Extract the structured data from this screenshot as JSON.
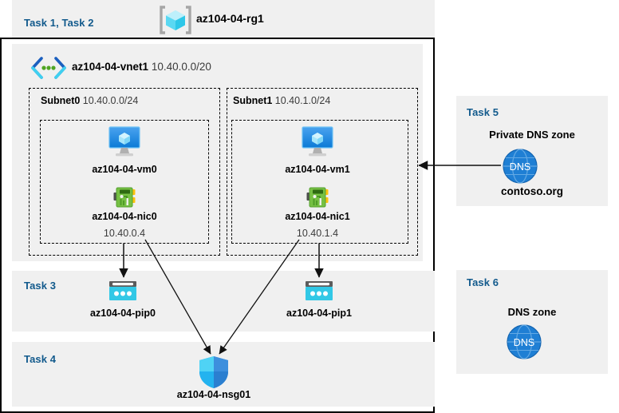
{
  "header": {
    "task_label": "Task 1, Task 2",
    "resource_group_name": "az104-04-rg1",
    "resource_group_icon": "resource-group-cube-icon"
  },
  "vnet": {
    "name": "az104-04-vnet1",
    "cidr": "10.40.0.0/20",
    "icon": "virtual-network-icon"
  },
  "subnets": [
    {
      "name": "Subnet0",
      "cidr": "10.40.0.0/24",
      "vm": {
        "name": "az104-04-vm0",
        "icon": "virtual-machine-icon"
      },
      "nic": {
        "name": "az104-04-nic0",
        "ip": "10.40.0.4",
        "icon": "network-interface-icon"
      }
    },
    {
      "name": "Subnet1",
      "cidr": "10.40.1.0/24",
      "vm": {
        "name": "az104-04-vm1",
        "icon": "virtual-machine-icon"
      },
      "nic": {
        "name": "az104-04-nic1",
        "ip": "10.40.1.4",
        "icon": "network-interface-icon"
      }
    }
  ],
  "task3": {
    "task_label": "Task 3",
    "public_ips": [
      {
        "name": "az104-04-pip0",
        "icon": "public-ip-address-icon"
      },
      {
        "name": "az104-04-pip1",
        "icon": "public-ip-address-icon"
      }
    ]
  },
  "task4": {
    "task_label": "Task 4",
    "nsg": {
      "name": "az104-04-nsg01",
      "icon": "network-security-group-shield-icon"
    }
  },
  "task5": {
    "task_label": "Task 5",
    "zone_title": "Private DNS zone",
    "zone_name": "contoso.org",
    "icon": "dns-globe-icon",
    "icon_text": "DNS"
  },
  "task6": {
    "task_label": "Task 6",
    "zone_title": "DNS zone",
    "icon": "dns-globe-icon",
    "icon_text": "DNS"
  },
  "colors": {
    "task_label": "#125a8c",
    "panel_background": "#f0f0f0",
    "public_ip": "#32c8e6",
    "dns_globe": "#1f7fd4",
    "nic_green": "#5bbc3c",
    "vm_blue": "#1f8ae0"
  }
}
